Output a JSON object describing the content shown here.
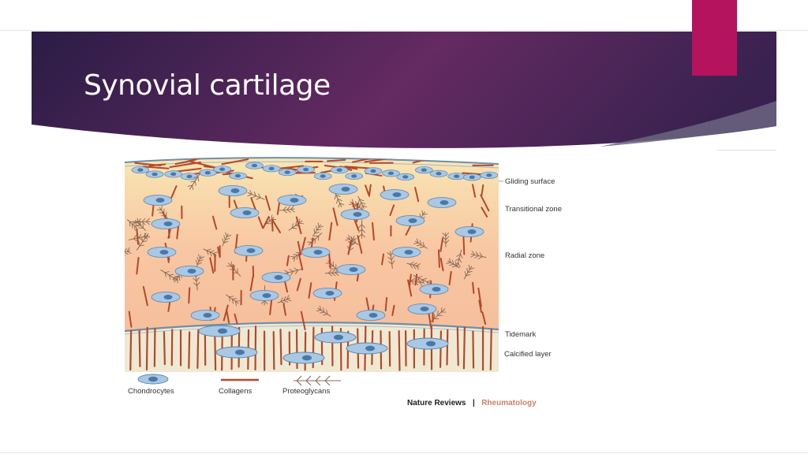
{
  "slide": {
    "title": "Synovial cartilage"
  },
  "diagram": {
    "zones": [
      {
        "id": "gliding",
        "label": "Gliding surface"
      },
      {
        "id": "transitional",
        "label": "Transitional zone"
      },
      {
        "id": "radial",
        "label": "Radial zone"
      },
      {
        "id": "tidemark",
        "label": "Tidemark"
      },
      {
        "id": "calcified",
        "label": "Calcified layer"
      }
    ],
    "legend": [
      {
        "id": "chondrocytes",
        "label": "Chondrocytes"
      },
      {
        "id": "collagens",
        "label": "Collagens"
      },
      {
        "id": "proteoglycans",
        "label": "Proteoglycans"
      }
    ],
    "credit": {
      "journal": "Nature Reviews",
      "separator": "|",
      "section": "Rheumatology"
    }
  },
  "colors": {
    "banner_dark": "#2c1e48",
    "banner_mid": "#5e2a60",
    "accent": "#b5135e",
    "cartilage_top": "#f8e4b0",
    "cartilage_mid": "#f8c9a6",
    "calcified": "#eee8d2",
    "collagen": "#b5482a",
    "proteoglycan": "#8a6a56",
    "cell_fill": "#a8c8e4",
    "cell_nucleus": "#3f6f9e"
  }
}
